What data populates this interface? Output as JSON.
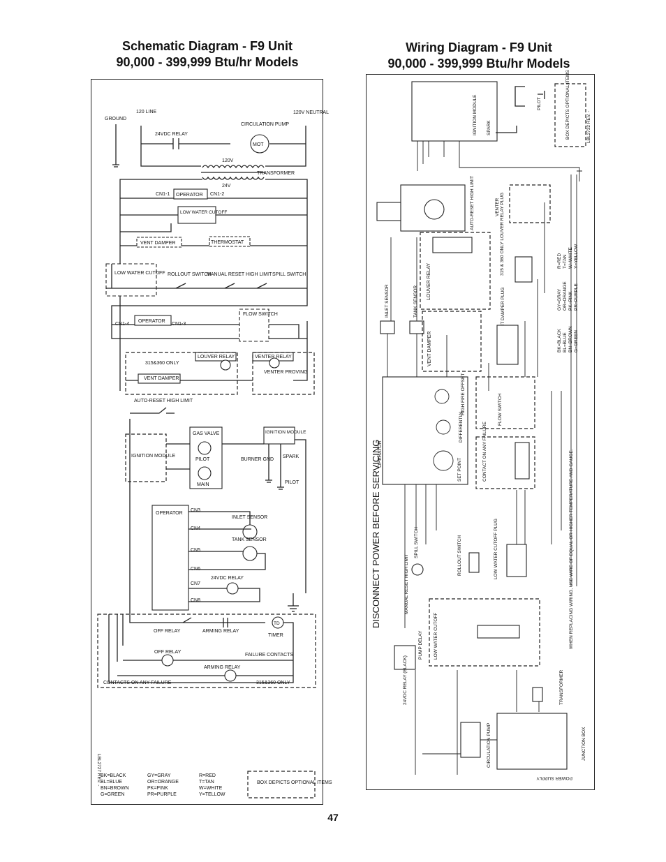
{
  "titles": {
    "left_1": "Schematic Diagram - F9 Unit",
    "left_2": "90,000 - 399,999 Btu/hr Models",
    "right_1": "Wiring Diagram - F9 Unit",
    "right_2": "90,000 - 399,999 Btu/hr Models"
  },
  "page_number": "47",
  "schematic": {
    "ground": "GROUND",
    "line": "120 LINE",
    "neutral": "120V NEUTRAL",
    "relay24": "24VDC RELAY",
    "circ_pump": "CIRCULATION PUMP",
    "mot": "MOT",
    "v120": "120V",
    "v24": "24V",
    "transformer": "TRANSFORMER",
    "cn1_1": "CN1-1",
    "cn1_2": "CN1-2",
    "operator": "OPERATOR",
    "low_water_cutoff": "LOW WATER CUTOFF",
    "vent_damper": "VENT DAMPER",
    "thermostat": "THERMOSTAT",
    "lwco": "LOW WATER CUTOFF",
    "rollout": "ROLLOUT SWITCH",
    "manual_reset": "MANUAL RESET HIGH LIMIT",
    "spill": "SPILL SWITCH",
    "cn1_4": "CN1-4",
    "cn1_3": "CN1-3",
    "flow_switch": "FLOW SWITCH",
    "louver_relay": "LOUVER RELAY",
    "venter_relay": "VENTER RELAY",
    "only_315": "315&360 ONLY",
    "venter_proving": "VENTER PROVING",
    "auto_reset": "AUTO-RESET HIGH LIMIT",
    "gas_valve": "GAS VALVE",
    "pilot": "PILOT",
    "main": "MAIN",
    "ignition_module": "IGNITION MODULE",
    "burner_gnd": "BURNER GND",
    "spark": "SPARK",
    "inlet_sensor": "INLET SENSOR",
    "tank_sensor": "TANK SENSOR",
    "cn3": "CN3",
    "cn4": "CN4",
    "cn5": "CN5",
    "cn6": "CN6",
    "cn7": "CN7",
    "cn8": "CN8",
    "off_relay": "OFF RELAY",
    "arming_relay": "ARMING RELAY",
    "timer": "TIMER",
    "td": "TD",
    "failure_contacts": "FAILURE CONTACTS",
    "contacts_any_failure": "CONTACTS ON ANY FAILURE",
    "label_code": "LBL2727 REV. -",
    "legend_col1": [
      "BK=BLACK",
      "BL=BLUE",
      "BN=BROWN",
      "G=GREEN"
    ],
    "legend_col2": [
      "GY=GRAY",
      "OR=ORANGE",
      "PK=PINK",
      "PR=PURPLE"
    ],
    "legend_col3": [
      "R=RED",
      "T=TAN",
      "W=WHITE",
      "Y=TELLOW"
    ],
    "box_depicts": "BOX DEPICTS OPTIONAL ITEMS"
  },
  "wiring": {
    "disconnect": "DISCONNECT POWER BEFORE SERVICING",
    "label_code": "LBL2732 REV. -",
    "box_depicts": "BOX DEPICTS OPTIONAL ITEMS",
    "pilot": "PILOT",
    "spark": "SPARK",
    "ignition_module": "IGNITION MODULE",
    "auto_reset": "AUTO-RESET HIGH LIMIT",
    "venter": "VENTER",
    "louver_relay": "LOUVER RELAY",
    "louver_relay_plug": "315 & 360 ONLY LOUVER RELAY PLUG",
    "inlet_sensor": "INLET SENSOR",
    "tank_sensor": "TANK SENSOR",
    "vent_damper": "VENT DAMPER",
    "vent_damper_plug": "VENT DAMPER PLUG",
    "operator": "OPERATOR",
    "flow_switch": "FLOW SWITCH",
    "differential": "DIFFERENTIAL",
    "high_fire_offset": "HIGH FIRE OFFSET",
    "set_point": "SET POINT",
    "contact_on_failure": "CONTACT ON ANY FAILURE",
    "spill_switch": "SPILL SWITCH",
    "rollout_switch": "ROLLOUT SWITCH",
    "manual_reset": "MANUAL RESET HIGH LIMIT",
    "lwco_plug": "LOW WATER CUTOFF PLUG",
    "pump_delay": "PUMP DELAY",
    "low_water_cutoff": "LOW WATER CUTOFF",
    "relay_24vdc": "24VDC RELAY (BLACK)",
    "circ_pump": "CIRCULATION PUMP",
    "transformer": "TRANSFORMER",
    "junction_box": "JUNCTION BOX",
    "power_supply": "POWER SUPPLY",
    "note": "WHEN REPLACING WIRING, USE WIRE OF EQUAL OR HIGHER TEMPERATURE AND GAUGE.",
    "legend_a": [
      "R=RED",
      "T=TAN",
      "W=WHITE",
      "Y=YELLOW"
    ],
    "legend_b": [
      "GY=GRAY",
      "OR=ORANGE",
      "PK=PINK",
      "PR=PURPLE"
    ],
    "legend_c": [
      "BK=BLACK",
      "BL=BLUE",
      "BN=BROWN",
      "G=GREEN"
    ]
  }
}
